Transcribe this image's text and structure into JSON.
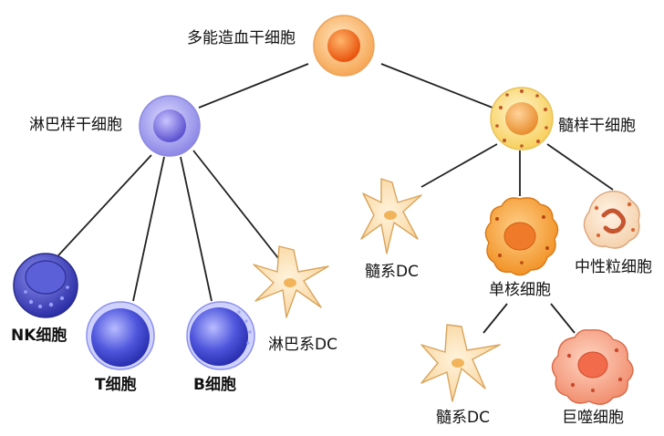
{
  "nodes": {
    "hsc": {
      "label": "多能造血干细胞"
    },
    "lymphoid_stem": {
      "label": "淋巴样干细胞"
    },
    "myeloid_stem": {
      "label": "髓样干细胞"
    },
    "nk": {
      "label": "NK细胞"
    },
    "t_cell": {
      "label": "T细胞"
    },
    "b_cell": {
      "label": "B细胞"
    },
    "lymphoid_dc": {
      "label": "淋巴系DC"
    },
    "myeloid_dc_1": {
      "label": "髓系DC"
    },
    "monocyte": {
      "label": "单核细胞"
    },
    "neutrophil": {
      "label": "中性粒细胞"
    },
    "myeloid_dc_2": {
      "label": "髓系DC"
    },
    "macrophage": {
      "label": "巨噬细胞"
    }
  },
  "colors": {
    "line": "#222222",
    "hsc_core": "#f26a1b",
    "hsc_outer": "#fcc98a",
    "lymphoid_outer": "#a9a6f0",
    "lymphoid_core": "#6e66d8",
    "myeloid_outer": "#fbe38a",
    "myeloid_core": "#f0a64a",
    "lymphocyte_blue": "#3d45d8",
    "dc_fill": "#fde4b8",
    "monocyte_fill": "#f7a13a",
    "macrophage_fill": "#f6a385"
  }
}
